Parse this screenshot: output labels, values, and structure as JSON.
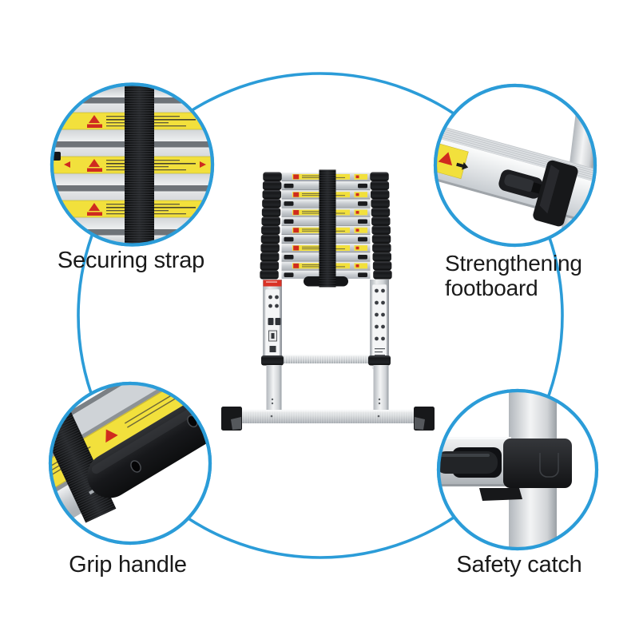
{
  "diagram": {
    "subject": "telescopic ladder feature diagram",
    "callouts": [
      {
        "id": "securing-strap",
        "label": "Securing strap",
        "position": "top-left"
      },
      {
        "id": "strengthening-footboard",
        "label": "Strengthening footboard",
        "position": "top-right"
      },
      {
        "id": "grip-handle",
        "label": "Grip handle",
        "position": "bottom-left"
      },
      {
        "id": "safety-catch",
        "label": "Safety catch",
        "position": "bottom-right"
      }
    ],
    "icons": {
      "danger": "danger-triangle-icon",
      "arrow": "arrow-right-icon"
    }
  },
  "colors": {
    "accent_blue": "#2b9cd8",
    "text": "#1a1a1a",
    "warning_yellow": "#f2e03c",
    "danger_red": "#cf2b1f",
    "metal_silver": "#c9cdd2",
    "plastic_black": "#17181a",
    "background": "#ffffff"
  }
}
